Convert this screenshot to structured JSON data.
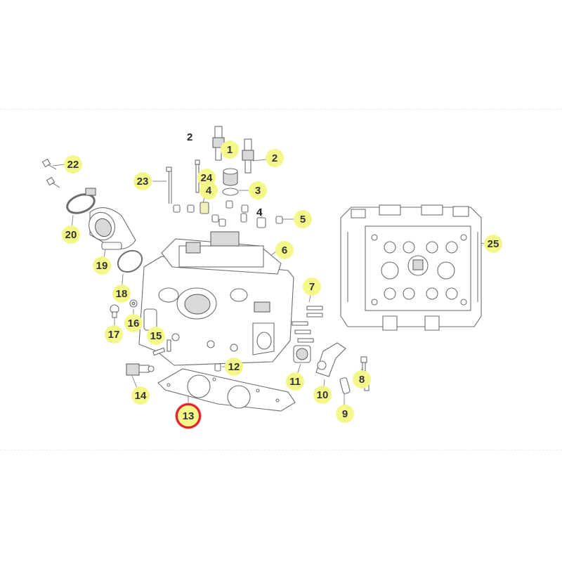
{
  "callouts": [
    "1",
    "2",
    "3",
    "4",
    "5",
    "6",
    "7",
    "8",
    "9",
    "10",
    "11",
    "12",
    "13",
    "14",
    "15",
    "16",
    "17",
    "18",
    "19",
    "20",
    "22",
    "23",
    "24",
    "25"
  ],
  "plain_labels": {
    "label_2_spark_plug": "2",
    "label_4_valve": "4"
  },
  "highlighted_callout": "13",
  "colors": {
    "callout_fill": "#f4f78a",
    "highlight_ring": "#e0202a",
    "line_art": "#6d6d6d"
  }
}
